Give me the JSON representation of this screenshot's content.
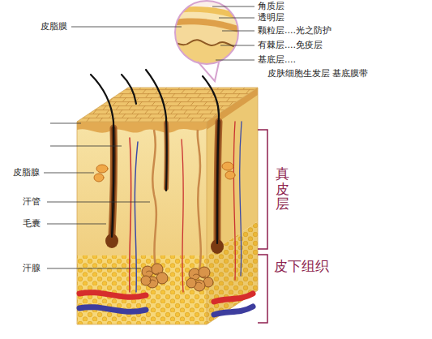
{
  "diagram": {
    "labels": [
      "皮脂膜",
      "角质层",
      "透明层",
      "颗粒层....光之防护",
      "有棘层....免疫层",
      "基底层....",
      "皮肤细胞生发层 基底膜带",
      "皮脂腺",
      "汗管",
      "毛囊",
      "汗腺",
      "真皮层",
      "皮下组织"
    ]
  }
}
